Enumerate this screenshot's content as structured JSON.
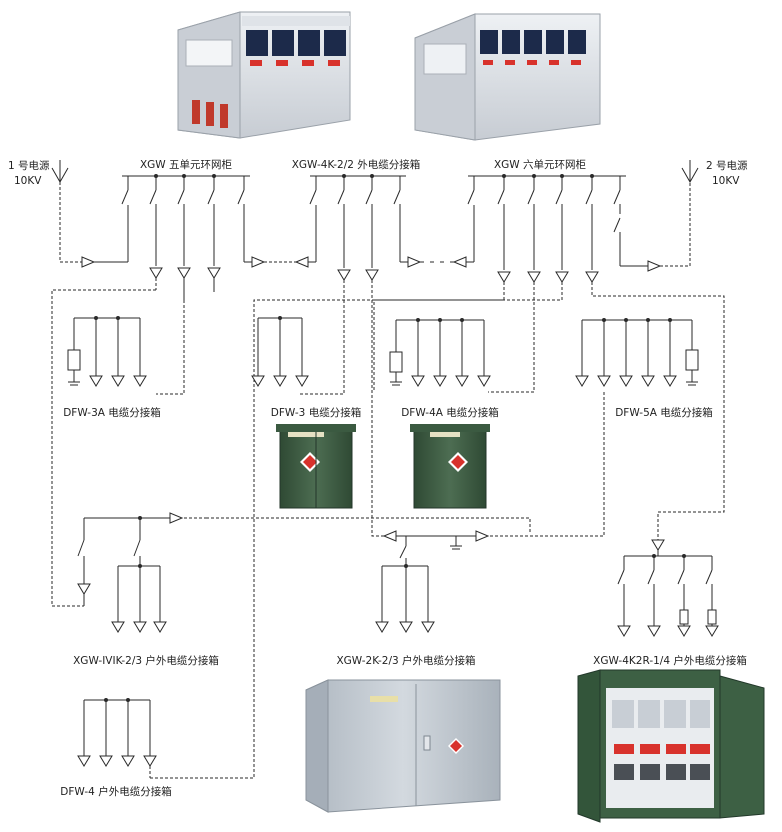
{
  "sources": {
    "left_name": "1 号电源",
    "left_voltage": "10KV",
    "right_name": "2 号电源",
    "right_voltage": "10KV"
  },
  "units": {
    "ring5": "XGW 五单元环网柜",
    "branch_4k22": "XGW-4K-2/2 外电缆分接箱",
    "ring6": "XGW 六单元环网柜",
    "dfw3a": "DFW-3A 电缆分接箱",
    "dfw3": "DFW-3 电缆分接箱",
    "dfw4a": "DFW-4A 电缆分接箱",
    "dfw5a": "DFW-5A 电缆分接箱",
    "xgw_ivik": "XGW-IVIK-2/3 户外电缆分接箱",
    "xgw_2k": "XGW-2K-2/3 户外电缆分接箱",
    "xgw_4k2r": "XGW-4K2R-1/4 户外电缆分接箱",
    "dfw4": "DFW-4 户外电缆分接箱"
  },
  "colors": {
    "line": "#2a2a2a",
    "cabinet_gray": "#d9dde3",
    "cabinet_green": "#3f5e44",
    "outdoor_gray": "#bfc7cf",
    "panel_red": "#d8322c"
  }
}
